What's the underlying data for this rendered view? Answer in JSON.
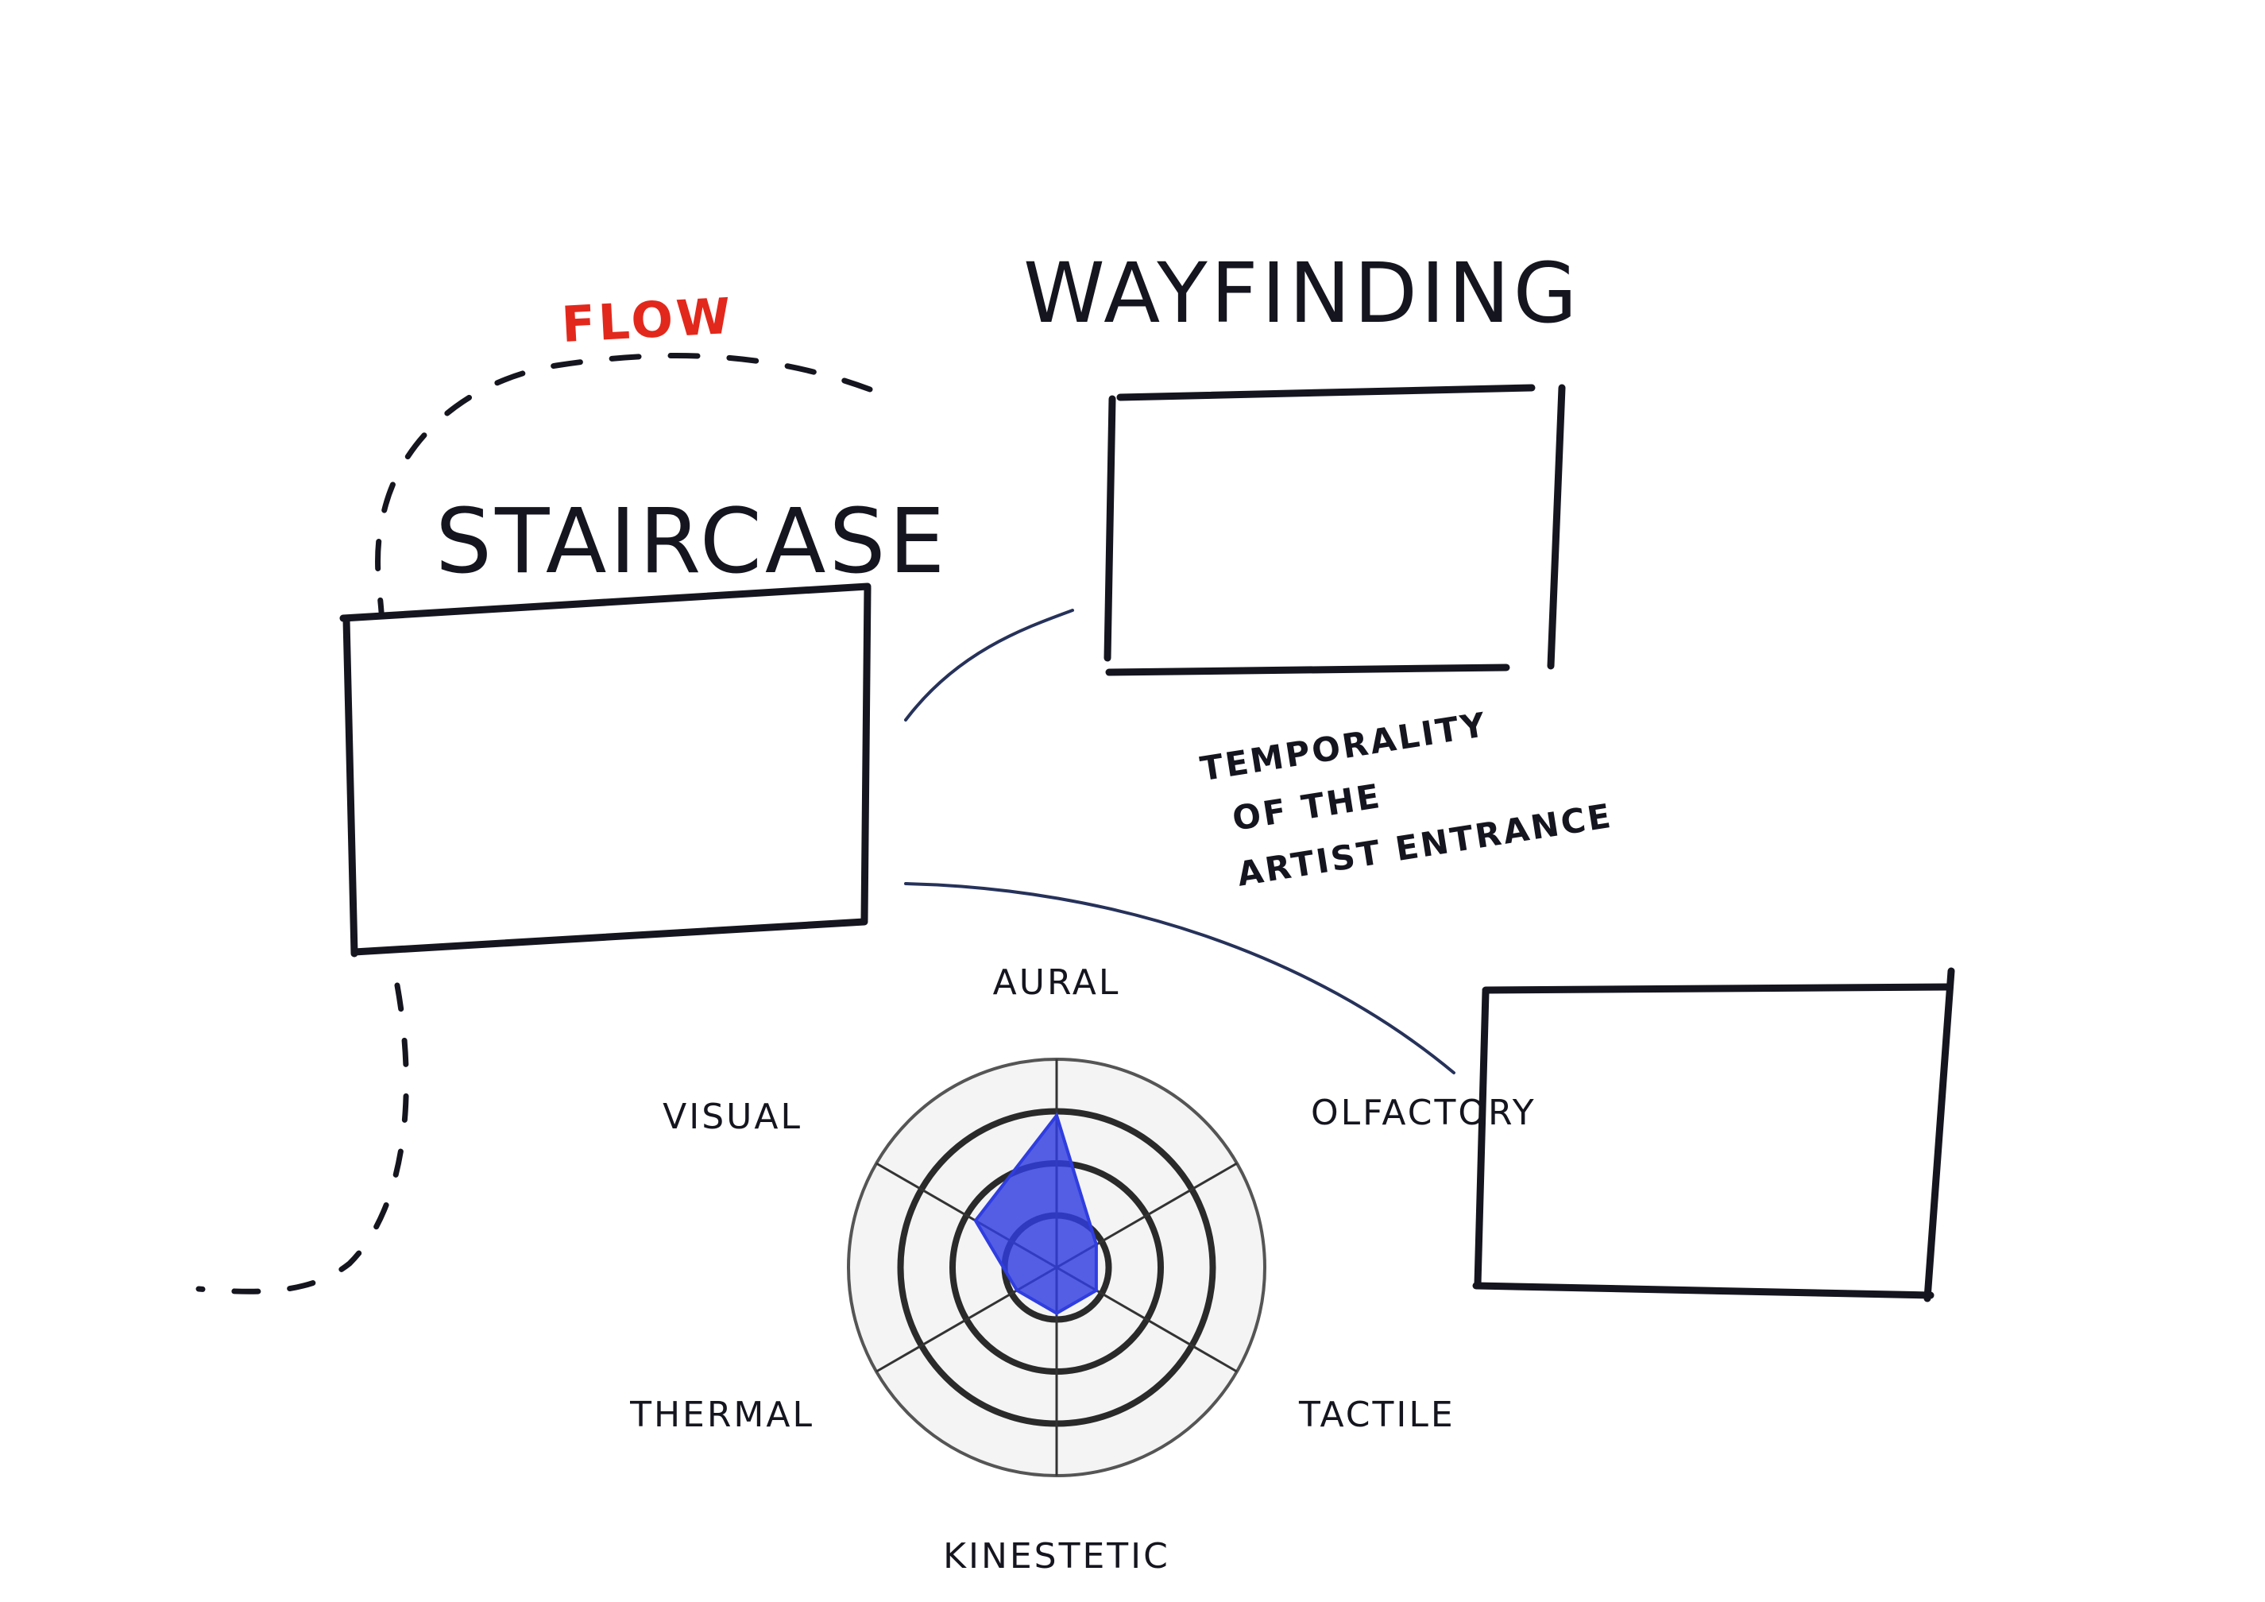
{
  "labels": {
    "flow": "FLOW",
    "wayfinding": "WAYFINDING",
    "staircase": "STAIRCASE",
    "temporality": [
      "TEMPORALITY",
      "OF THE",
      "ARTIST ENTRANCE"
    ]
  },
  "radar": {
    "axes": [
      "AURAL",
      "OLFACTORY",
      "TACTILE",
      "KINESTETIC",
      "THERMAL",
      "VISUAL"
    ],
    "rings": 4,
    "values": [
      0.73,
      0.22,
      0.22,
      0.22,
      0.22,
      0.45
    ],
    "fill_color": "#2f3de0"
  },
  "colors": {
    "ink": "#15151f",
    "flow": "#e2281c",
    "connector": "#26325a",
    "radar_fill": "#2f3de0"
  }
}
